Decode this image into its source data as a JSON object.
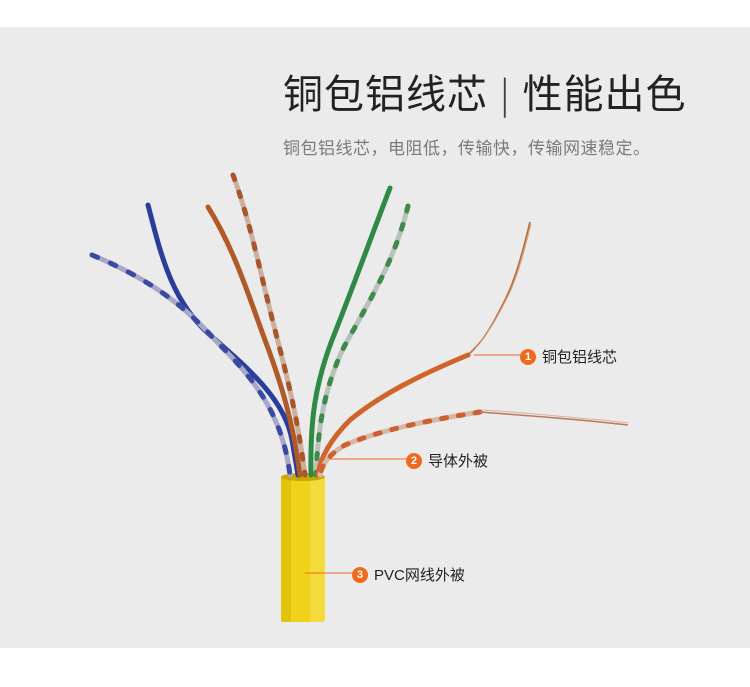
{
  "header": {
    "title_left": "铜包铝线芯",
    "separator": "|",
    "title_right": "性能出色",
    "subtitle": "铜包铝线芯，电阻低，传输快，传输网速稳定。"
  },
  "callouts": [
    {
      "number": "1",
      "label": "铜包铝线芯"
    },
    {
      "number": "2",
      "label": "导体外被"
    },
    {
      "number": "3",
      "label": "PVC网线外被"
    }
  ],
  "colors": {
    "accent": "#f06a1d",
    "background": "#ebebeb",
    "jacket": "#f0d000"
  }
}
